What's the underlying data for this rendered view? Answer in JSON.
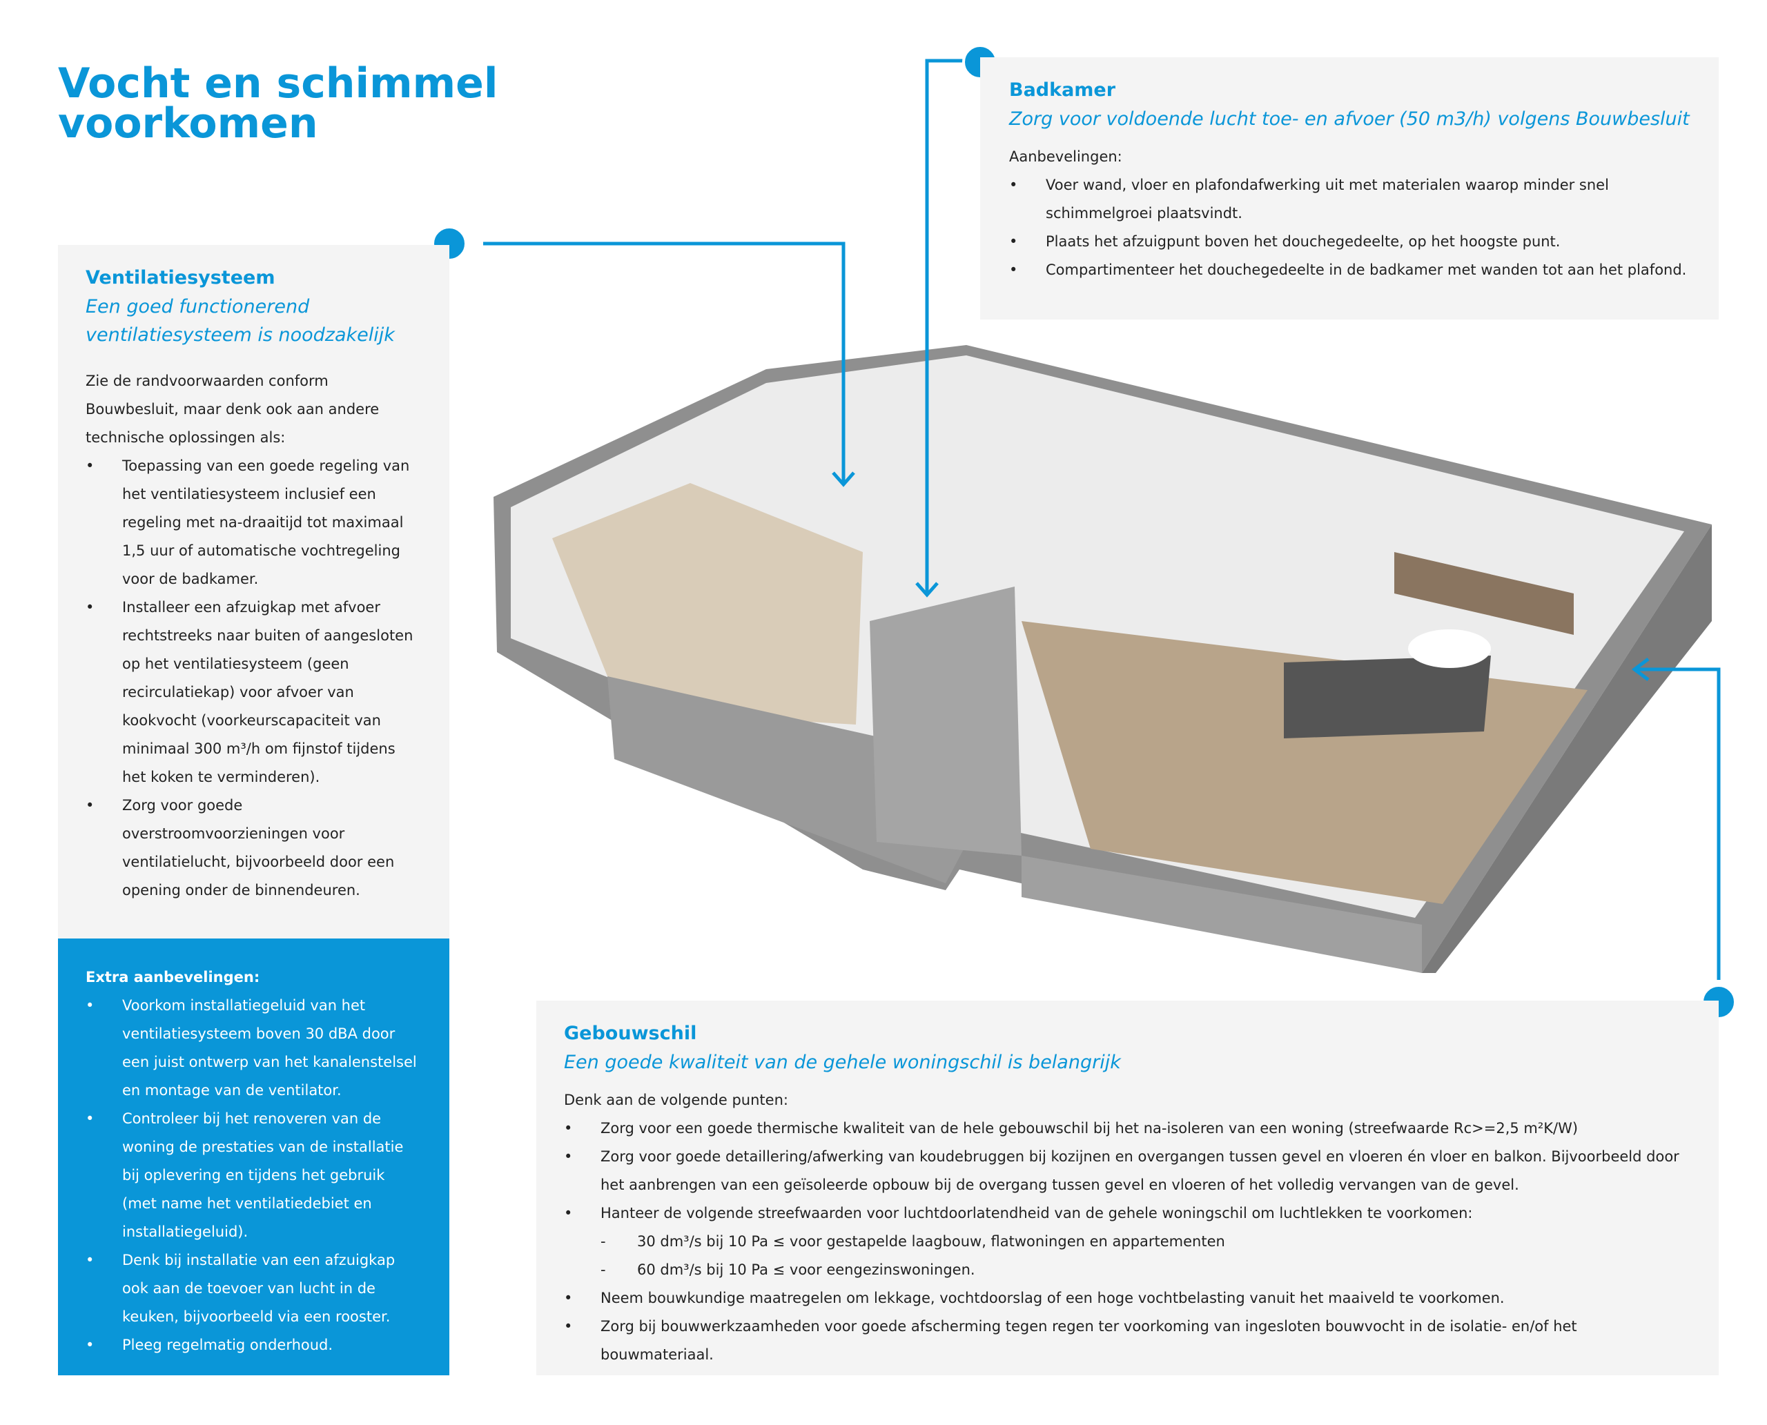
{
  "title": "Vocht en schimmel voorkomen",
  "ventilatie": {
    "heading": "Ventilatiesysteem",
    "subtitle": "Een goed functionerend ventilatiesysteem is noodzakelijk",
    "intro": "Zie de randvoorwaarden conform Bouwbesluit, maar denk ook aan andere technische oplossingen als:",
    "items": [
      "Toepassing van een goede regeling van het ventilatiesysteem inclusief een regeling met na-draaitijd tot maximaal 1,5 uur of automatische vochtregeling voor de badkamer.",
      "Installeer een afzuigkap met afvoer rechtstreeks naar buiten of aangesloten op het ventilatiesysteem (geen recirculatiekap) voor afvoer van kookvocht (voorkeurscapaciteit van minimaal 300 m³/h om fijnstof tijdens het koken te verminderen).",
      "Zorg voor goede overstroomvoorzieningen voor ventilatielucht, bijvoorbeeld door een opening onder de binnendeuren."
    ]
  },
  "extra": {
    "heading": "Extra aanbevelingen:",
    "items": [
      "Voorkom installatiegeluid van het ventilatiesysteem boven 30 dBA door een juist ontwerp van het kanalenstelsel en montage van de ventilator.",
      "Controleer bij het renoveren van de woning de prestaties van de installatie bij oplevering en tijdens het gebruik (met name het ventilatiedebiet en installatiegeluid).",
      "Denk bij installatie van een afzuigkap ook aan de toevoer van lucht in de keuken, bijvoorbeeld via een rooster.",
      "Pleeg regelmatig onderhoud."
    ]
  },
  "badkamer": {
    "heading": "Badkamer",
    "subtitle": "Zorg voor voldoende lucht toe- en afvoer (50 m3/h) volgens Bouwbesluit",
    "intro": "Aanbevelingen:",
    "items": [
      "Voer wand, vloer en plafondafwerking uit met materialen waarop minder snel schimmelgroei plaatsvindt.",
      "Plaats het afzuigpunt boven het douchegedeelte, op het hoogste punt.",
      "Compartimenteer het douchegedeelte in de badkamer met wanden tot aan het plafond."
    ]
  },
  "gebouwschil": {
    "heading": "Gebouwschil",
    "subtitle": "Een goede kwaliteit van de gehele woningschil is belangrijk",
    "intro": "Denk aan de volgende punten:",
    "items": [
      "Zorg voor een goede thermische kwaliteit van de hele gebouwschil bij het na-isoleren van een woning (streefwaarde Rc>=2,5 m²K/W)",
      "Zorg voor goede detaillering/afwerking van koudebruggen bij kozijnen en overgangen tussen gevel en vloeren én vloer en balkon. Bijvoorbeeld door het aanbrengen van een geïsoleerde opbouw bij de overgang tussen gevel en vloeren of het volledig vervangen van de gevel.",
      "Hanteer de volgende streefwaarden voor luchtdoorlatendheid van de gehele woningschil om luchtlekken te voorkomen:"
    ],
    "subitems": [
      "30 dm³/s bij 10 Pa ≤ voor gestapelde laagbouw, flatwoningen en appartementen",
      "60 dm³/s bij 10 Pa ≤ voor eengezinswoningen."
    ],
    "items2": [
      "Neem bouwkundige maatregelen om lekkage, vochtdoorslag of een hoge vochtbelasting vanuit het maaiveld te voorkomen.",
      "Zorg bij bouwwerkzaamheden voor goede afscherming tegen regen ter voorkoming van ingesloten bouwvocht in de isolatie- en/of het bouwmateriaal."
    ]
  },
  "colors": {
    "accent": "#0a96d8",
    "panel": "#f4f4f4"
  }
}
